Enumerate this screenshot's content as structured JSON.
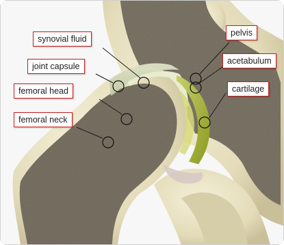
{
  "labels": {
    "synovial_fluid": "synovial fluid",
    "joint_capsule": "joint capsule",
    "femoral_head": "femoral head",
    "femoral_neck": "femoral neck",
    "pelvis": "pelvis",
    "acetabulum": "acetabulum",
    "cartilage": "cartilage"
  },
  "colors": {
    "label_border": "#c81c1c",
    "label_bg": "#ffffff",
    "bone_ivory": "#e6dfc0",
    "spongy_bone": "#7d7668",
    "cartilage_green": "#a2ad34",
    "leader_line": "#1a1a1a"
  }
}
